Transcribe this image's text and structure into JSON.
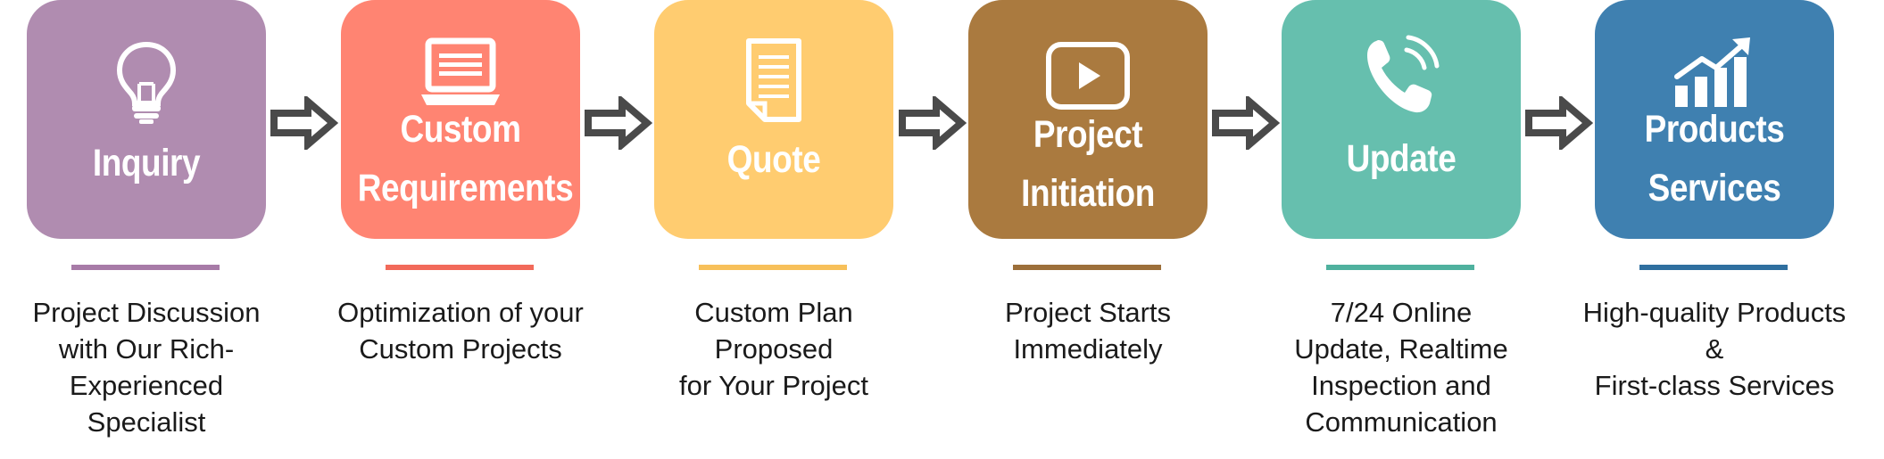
{
  "colors": {
    "arrow": "#4a4a4a",
    "icon": "#ffffff",
    "description_text": "#1a1a1a"
  },
  "steps": [
    {
      "title": [
        "Inquiry"
      ],
      "icon": "lightbulb-icon",
      "color": "#b08cb0",
      "bar_color": "#a77ba7",
      "description": [
        "Project Discussion",
        "with Our Rich-",
        "Experienced",
        "Specialist"
      ]
    },
    {
      "title": [
        "Custom",
        "Requirements"
      ],
      "icon": "laptop-icon",
      "color": "#ff8472",
      "bar_color": "#f26a5a",
      "description": [
        "Optimization of your",
        "Custom Projects"
      ]
    },
    {
      "title": [
        "Quote"
      ],
      "icon": "document-icon",
      "color": "#ffcc70",
      "bar_color": "#f7c05a",
      "description": [
        "Custom Plan",
        "Proposed",
        "for Your Project"
      ]
    },
    {
      "title": [
        "Project",
        "Initiation"
      ],
      "icon": "play-button-icon",
      "color": "#aa7a3f",
      "bar_color": "#9c6f3a",
      "description": [
        "Project Starts",
        "Immediately"
      ]
    },
    {
      "title": [
        "Update"
      ],
      "icon": "phone-icon",
      "color": "#66bfae",
      "bar_color": "#4fb19e",
      "description": [
        "7/24 Online",
        "Update, Realtime",
        "Inspection and",
        "Communication"
      ]
    },
    {
      "title": [
        "Products",
        "Services"
      ],
      "icon": "growth-chart-icon",
      "color": "#3f80b0",
      "bar_color": "#2f6f9f",
      "description": [
        "High-quality Products",
        "&",
        "First-class Services"
      ]
    }
  ]
}
